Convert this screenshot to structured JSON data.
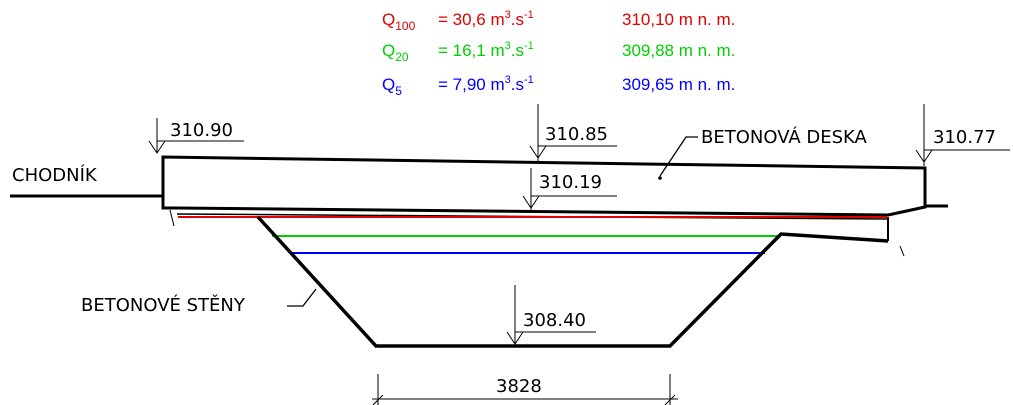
{
  "legend": {
    "rows": [
      {
        "sym": "Q",
        "sub": "100",
        "flow_a": "= 30,6 m",
        "flow_sup": "3",
        "flow_b": ".s",
        "flow_sup2": "-1",
        "level": "310,10 m n. m.",
        "color": "#e00000"
      },
      {
        "sym": "Q",
        "sub": "20",
        "flow_a": "= 16,1 m",
        "flow_sup": "3",
        "flow_b": ".s",
        "flow_sup2": "-1",
        "level": "309,88 m n. m.",
        "color": "#00d000"
      },
      {
        "sym": "Q",
        "sub": "5",
        "flow_a": "= 7,90 m",
        "flow_sup": "3",
        "flow_b": ".s",
        "flow_sup2": "-1",
        "level": "309,65 m n. m.",
        "color": "#0000ff"
      }
    ]
  },
  "labels": {
    "chodnik": "CHODNÍK",
    "betonova_deska": "BETONOVÁ DESKA",
    "betonove_steny": "BETONOVÉ STĚNY"
  },
  "elevations": {
    "left_top": "310.90",
    "mid_top": "310.85",
    "mid_bottom": "310.19",
    "right_top": "310.77",
    "channel_bottom": "308.40"
  },
  "dimension": {
    "width": "3828"
  }
}
